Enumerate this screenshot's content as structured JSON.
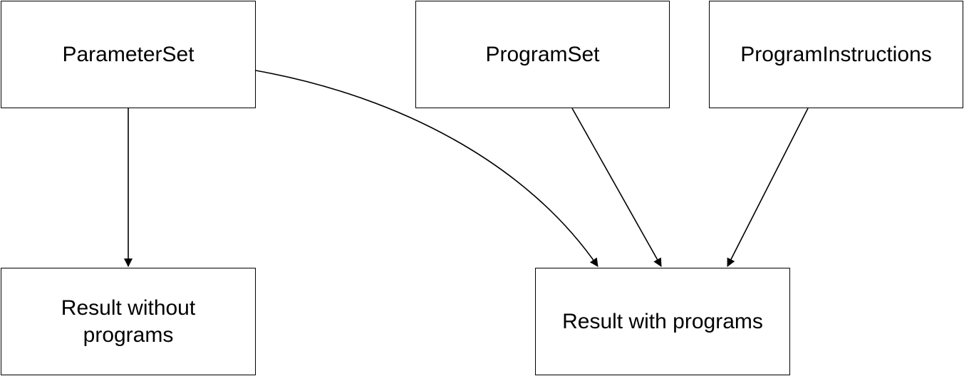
{
  "nodes": {
    "parameter_set": {
      "label": "ParameterSet"
    },
    "program_set": {
      "label": "ProgramSet"
    },
    "program_instructions": {
      "label": "ProgramInstructions"
    },
    "result_without_programs": {
      "label": "Result without programs"
    },
    "result_with_programs": {
      "label": "Result with programs"
    }
  },
  "edges": [
    {
      "from": "ParameterSet",
      "to": "Result without programs"
    },
    {
      "from": "ParameterSet",
      "to": "Result with programs"
    },
    {
      "from": "ProgramSet",
      "to": "Result with programs"
    },
    {
      "from": "ProgramInstructions",
      "to": "Result with programs"
    }
  ],
  "colors": {
    "stroke": "#000000",
    "background": "#ffffff",
    "text": "#000000"
  }
}
